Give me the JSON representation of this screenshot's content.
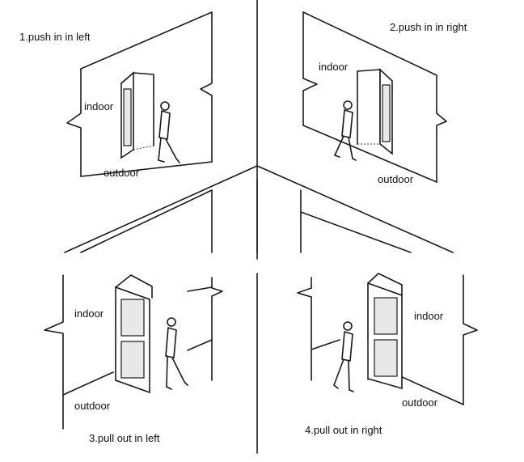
{
  "panels": [
    {
      "id": "push-left",
      "title": "1.push in in left",
      "indoor": "indoor",
      "outdoor": "outdoor"
    },
    {
      "id": "push-right",
      "title": "2.push in in right",
      "indoor": "indoor",
      "outdoor": "outdoor"
    },
    {
      "id": "pull-left",
      "title": "3.pull out in left",
      "indoor": "indoor",
      "outdoor": "outdoor"
    },
    {
      "id": "pull-right",
      "title": "4.pull out in right",
      "indoor": "indoor",
      "outdoor": "outdoor"
    }
  ],
  "colors": {
    "line": "#1a1a1a",
    "background": "#ffffff"
  }
}
